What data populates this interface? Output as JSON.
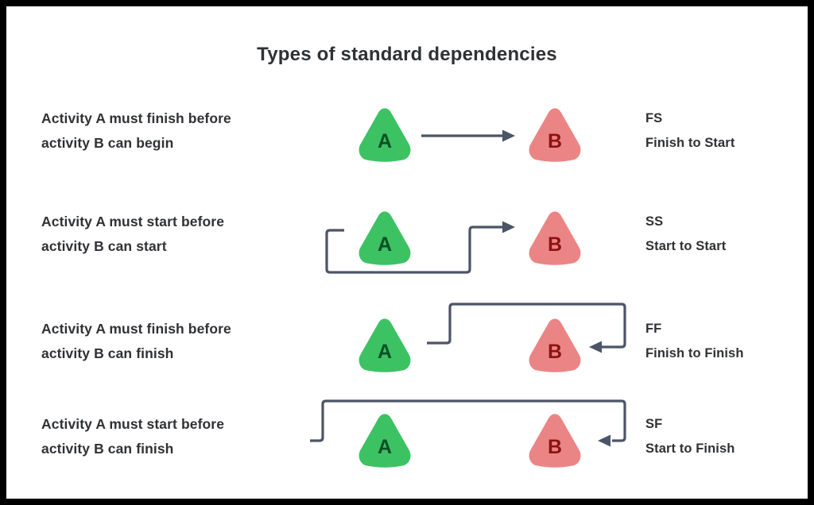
{
  "page": {
    "title": "Types of standard dependencies",
    "border_color": "#000000",
    "background_color": "#ffffff",
    "text_color": "#2f3134"
  },
  "palette": {
    "node_a_fill": "#3cc263",
    "node_a_letter": "#0c4f24",
    "node_b_fill": "#eb8585",
    "node_b_letter": "#8e1212",
    "connector": "#4c5468"
  },
  "nodes": {
    "a_label": "A",
    "b_label": "B"
  },
  "rows": [
    {
      "description": "Activity A must finish before activity B can begin",
      "description_line1": "Activity A must finish before",
      "description_line2": "activity B can begin",
      "code": "FS",
      "full_name": "Finish to Start",
      "link_type": "finish-to-start"
    },
    {
      "description": "Activity A must start before activity B can start",
      "description_line1": "Activity A must start before",
      "description_line2": "activity B can start",
      "code": "SS",
      "full_name": "Start to Start",
      "link_type": "start-to-start"
    },
    {
      "description": "Activity A must finish before activity B can finish",
      "description_line1": "Activity A must finish before",
      "description_line2": "activity B can finish",
      "code": "FF",
      "full_name": "Finish to Finish",
      "link_type": "finish-to-finish"
    },
    {
      "description": "Activity A must start before activity B can finish",
      "description_line1": "Activity A must start before",
      "description_line2": "activity B can finish",
      "code": "SF",
      "full_name": "Start to Finish",
      "link_type": "start-to-finish"
    }
  ]
}
